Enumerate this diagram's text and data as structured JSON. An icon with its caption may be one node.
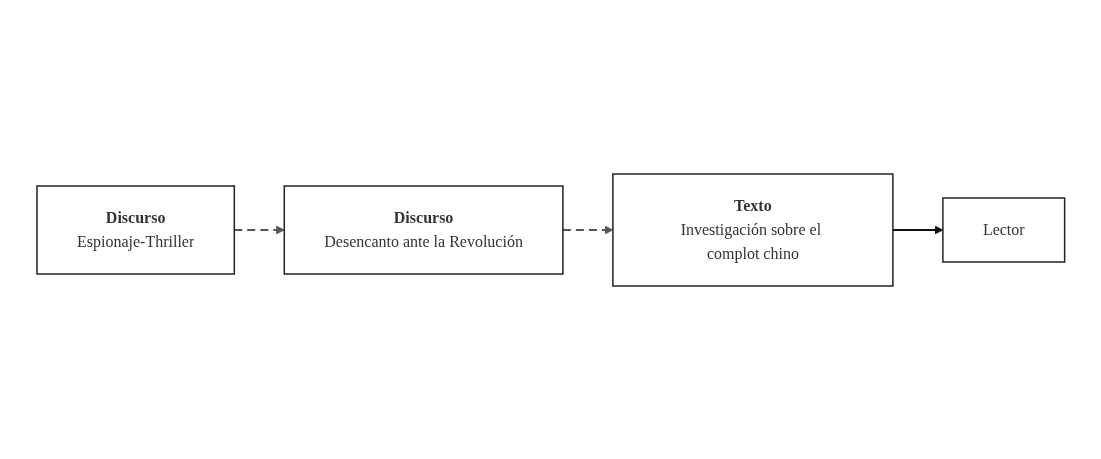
{
  "diagram": {
    "nodes": [
      {
        "text": [
          "Discurso",
          "Espionaje-Thriller"
        ]
      },
      {
        "text": [
          "Texto",
          "Investigación sobre el complot chino"
        ]
      },
      {
        "text": [
          "Lector"
        ]
      },
      {
        "text": [
          "Discurso",
          "Desencanto ante la Revolución"
        ]
      }
    ],
    "edges": [
      {
        "from": 0,
        "to": 3,
        "arrow": "to",
        "style": "dashed",
        "color": "#555555"
      },
      {
        "from": 1,
        "to": 2,
        "arrow": "to"
      },
      {
        "from": 3,
        "to": 1,
        "arrow": "to",
        "style": "dashed",
        "color": "#555555"
      }
    ]
  }
}
